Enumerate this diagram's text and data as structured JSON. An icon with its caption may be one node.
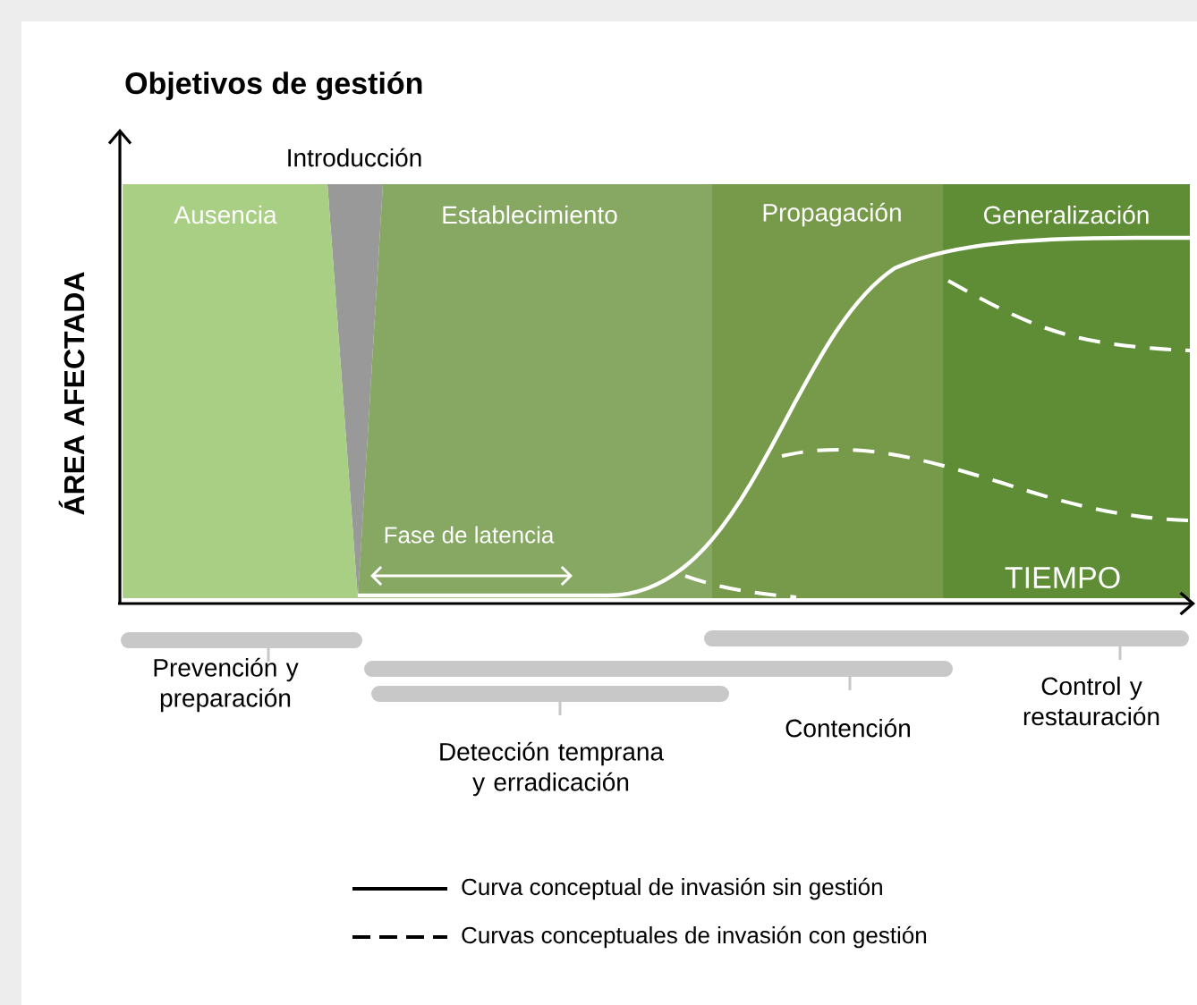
{
  "diagram": {
    "title": "Objetivos de gestión",
    "nodes": [
      {
        "text": [
          "Introducción"
        ]
      },
      {
        "text": [
          "Ausencia"
        ]
      },
      {
        "text": [
          "Establecimiento"
        ]
      },
      {
        "text": [
          "Propagación"
        ]
      },
      {
        "text": [
          "Generalización"
        ]
      },
      {
        "text": [
          "Prevención y preparación"
        ]
      },
      {
        "text": [
          "Detección temprana y erradicación"
        ]
      },
      {
        "text": [
          "Contención"
        ]
      },
      {
        "text": [
          "Control y restauración"
        ]
      }
    ],
    "labels": [
      "ÁREA AFECTADA",
      "Fase de latencia",
      "TIEMPO"
    ],
    "legend": [
      {
        "text": "Curva conceptual de invasión sin gestión"
      },
      {
        "text": "Curvas conceptuales de invasión con gestión"
      }
    ]
  }
}
